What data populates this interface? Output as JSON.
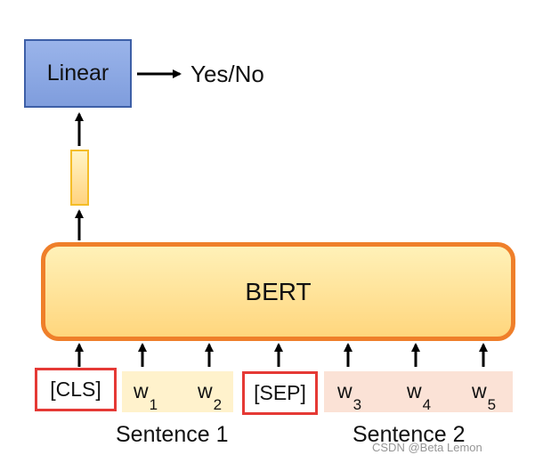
{
  "diagram": {
    "linear_label": "Linear",
    "output_label": "Yes/No",
    "bert_label": "BERT",
    "tokens": {
      "cls": "[CLS]",
      "sep": "[SEP]",
      "w1": "w",
      "w1_sub": "1",
      "w2": "w",
      "w2_sub": "2",
      "w3": "w",
      "w3_sub": "3",
      "w4": "w",
      "w4_sub": "4",
      "w5": "w",
      "w5_sub": "5"
    },
    "sentence_1": "Sentence 1",
    "sentence_2": "Sentence 2",
    "watermark": "CSDN @Beta Lemon"
  },
  "colors": {
    "linear_fill": "#8aa7e3",
    "linear_border": "#3d5fa7",
    "bert_fill": "#ffd67d",
    "bert_border": "#ef7f2a",
    "cls_vector_fill": "#ffd37f",
    "cls_vector_border": "#f4bd28",
    "sentence_1_fill": "#fff2cc",
    "sentence_2_fill": "#fbe2d6",
    "special_token_border": "#e53935",
    "arrow": "#000000"
  }
}
